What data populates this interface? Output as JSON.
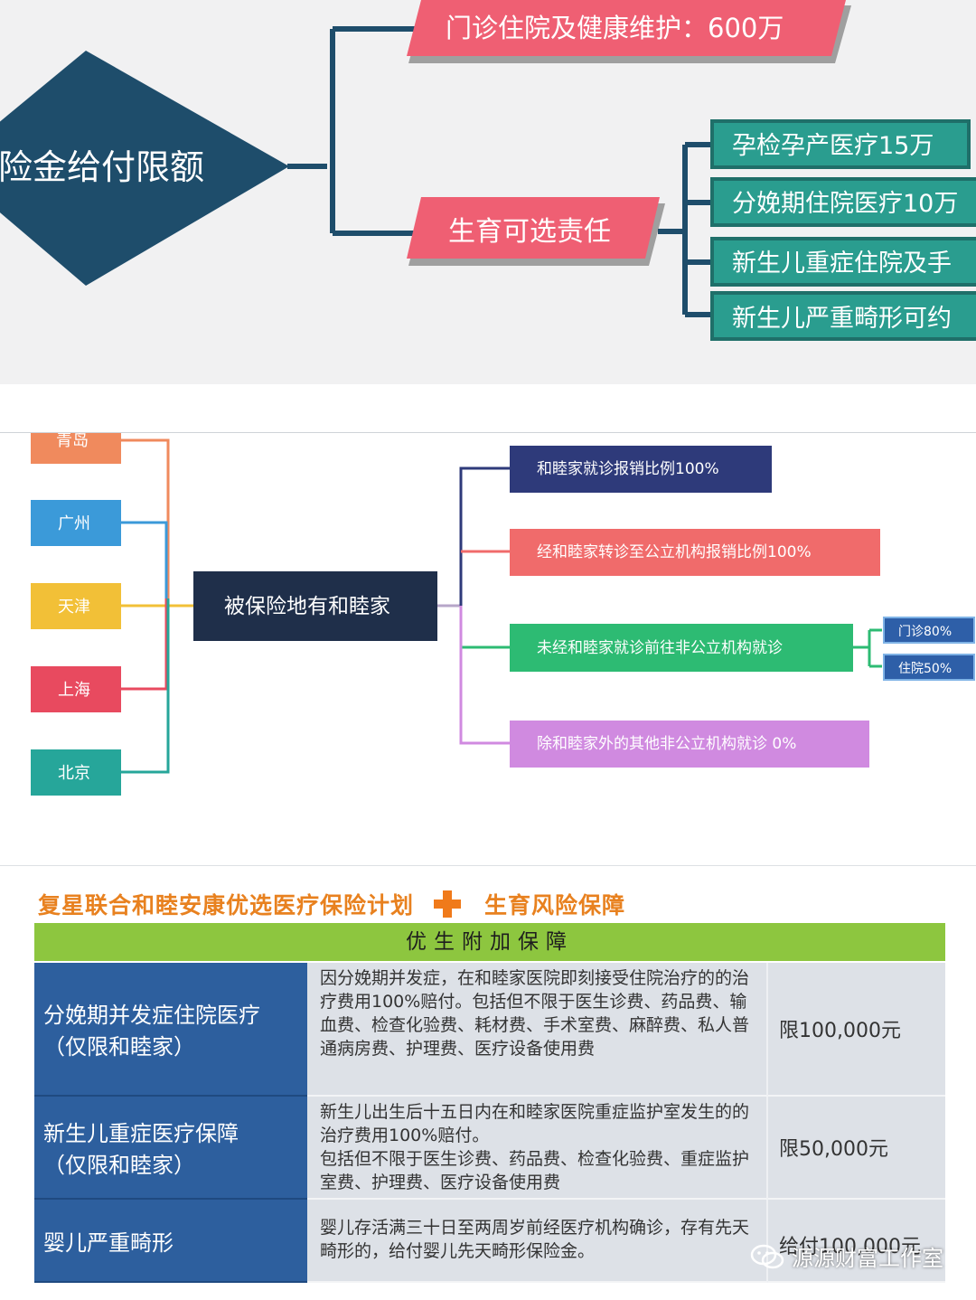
{
  "section1": {
    "root": "险金给付限额",
    "branch_top": "门诊住院及健康维护：600万",
    "branch_bottom": "生育可选责任",
    "leaves": [
      "孕检孕产医疗15万",
      "分娩期住院医疗10万",
      "新生儿重症住院及手",
      "新生儿严重畸形可约"
    ],
    "colors": {
      "root": "#1e4d6b",
      "branch": "#ef5f73",
      "leaf": "#2a9d8f",
      "line": "#1e4d6b"
    }
  },
  "section2": {
    "cities": [
      "青岛",
      "广州",
      "天津",
      "上海",
      "北京"
    ],
    "city_colors": [
      "#f08a5d",
      "#3b9ad9",
      "#f2c037",
      "#e84a5f",
      "#26a69a"
    ],
    "center": "被保险地有和睦家",
    "right_items": [
      "和睦家就诊报销比例100%",
      "经和睦家转诊至公立机构报销比例100%",
      "未经和睦家就诊前往非公立机构就诊",
      "除和睦家外的其他非公立机构就诊  0%"
    ],
    "right_colors": [
      "#2e3a7a",
      "#f06b6b",
      "#2dbb73",
      "#d08ae0"
    ],
    "sub_items": [
      "门诊80%",
      "住院50%"
    ]
  },
  "section3": {
    "title_left": "复星联合和睦安康优选医疗保险计划",
    "title_right": "生育风险保障",
    "bar": "优生附加保障",
    "rows": [
      {
        "name_line1": "分娩期并发症住院医疗",
        "name_line2": "（仅限和睦家）",
        "desc": "因分娩期并发症，在和睦家医院即刻接受住院治疗的的治疗费用100%赔付。包括但不限于医生诊费、药品费、输血费、检查化验费、耗材费、手术室费、麻醉费、私人普通病房费、护理费、医疗设备使用费",
        "limit": "限100,000元"
      },
      {
        "name_line1": "新生儿重症医疗保障",
        "name_line2": "（仅限和睦家）",
        "desc": "新生儿出生后十五日内在和睦家医院重症监护室发生的的治疗费用100%赔付。\n包括但不限于医生诊费、药品费、检查化验费、重症监护室费、护理费、医疗设备使用费",
        "limit": "限50,000元"
      },
      {
        "name_line1": "婴儿严重畸形",
        "name_line2": "",
        "desc": "婴儿存活满三十日至两周岁前经医疗机构确诊，存有先天畸形的，给付婴儿先天畸形保险金。",
        "limit": "给付100,000元"
      }
    ],
    "watermark": "源源财富工作室"
  }
}
